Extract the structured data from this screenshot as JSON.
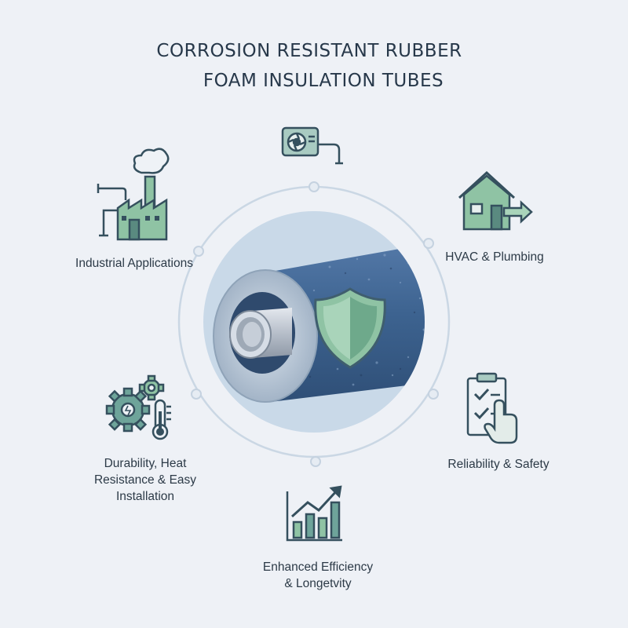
{
  "title": {
    "line1": "CORROSION RESISTANT RUBBER",
    "line2": "FOAM INSULATION TUBES"
  },
  "labels": {
    "industrial": "Industrial Applications",
    "hvac": "HVAC & Plumbing",
    "durability_1": "Durability, Heat",
    "durability_2": "Resistance & Easy",
    "durability_3": "Installation",
    "reliability": "Reliability & Safety",
    "efficiency_1": "Enhanced Efficiency",
    "efficiency_2": "& Longetvity"
  },
  "icons": {
    "top": "air-conditioner-icon",
    "industrial": "factory-icon",
    "hvac": "house-icon",
    "durability": "gears-thermometer-icon",
    "reliability": "checklist-hand-icon",
    "efficiency": "growth-chart-icon",
    "center": "insulated-pipe-with-shield"
  },
  "colors": {
    "background": "#eef1f6",
    "title": "#27384a",
    "foam": "#3d6390",
    "accent_green": "#7fb59a",
    "icon_teal": "#5f9088",
    "ring": "#cad7e4"
  }
}
